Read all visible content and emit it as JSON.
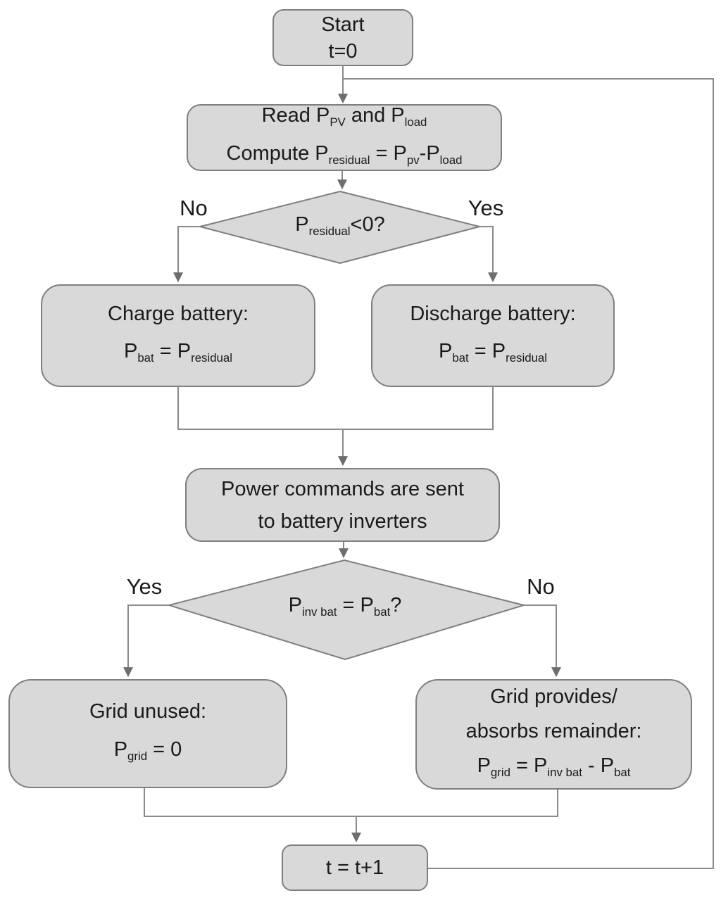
{
  "flowchart": {
    "colors": {
      "canvas_bg": "#ffffff",
      "node_fill": "#d9d9d9",
      "node_border": "#7f7f7f",
      "connector": "#8a8a8a",
      "arrowhead": "#6e6e6e",
      "text": "#1a1a1a"
    },
    "nodes": {
      "start": {
        "lines": [
          [
            {
              "t": "Start"
            }
          ],
          [
            {
              "t": "t=0"
            }
          ]
        ]
      },
      "read": {
        "lines": [
          [
            {
              "t": "Read P"
            },
            {
              "sub": "PV"
            },
            {
              "t": " and P"
            },
            {
              "sub": "load"
            }
          ],
          [
            {
              "t": "Compute P"
            },
            {
              "sub": "residual"
            },
            {
              "t": " = P"
            },
            {
              "sub": "pv"
            },
            {
              "t": "-P"
            },
            {
              "sub": "load"
            }
          ]
        ]
      },
      "charge": {
        "lines": [
          [
            {
              "t": "Charge battery:"
            }
          ],
          [
            {
              "t": "P"
            },
            {
              "sub": "bat"
            },
            {
              "t": " = P"
            },
            {
              "sub": "residual"
            }
          ]
        ]
      },
      "discharge": {
        "lines": [
          [
            {
              "t": "Discharge battery:"
            }
          ],
          [
            {
              "t": "P"
            },
            {
              "sub": "bat"
            },
            {
              "t": " = P"
            },
            {
              "sub": "residual"
            }
          ]
        ]
      },
      "power_commands": {
        "lines": [
          [
            {
              "t": "Power commands are sent"
            }
          ],
          [
            {
              "t": "to battery inverters"
            }
          ]
        ]
      },
      "grid_unused": {
        "lines": [
          [
            {
              "t": "Grid unused:"
            }
          ],
          [
            {
              "t": "P"
            },
            {
              "sub": "grid"
            },
            {
              "t": " = 0"
            }
          ]
        ]
      },
      "grid_provides": {
        "lines": [
          [
            {
              "t": "Grid provides/"
            }
          ],
          [
            {
              "t": "absorbs remainder:"
            }
          ],
          [
            {
              "t": "P"
            },
            {
              "sub": "grid"
            },
            {
              "t": " = P"
            },
            {
              "sub": "inv bat"
            },
            {
              "t": " - P"
            },
            {
              "sub": "bat"
            }
          ]
        ]
      },
      "increment": {
        "lines": [
          [
            {
              "t": "t = t+1"
            }
          ]
        ]
      }
    },
    "decisions": {
      "residual": {
        "lines": [
          [
            {
              "t": "P"
            },
            {
              "sub": "residual"
            },
            {
              "t": "<0?"
            }
          ]
        ]
      },
      "inv_bat": {
        "lines": [
          [
            {
              "t": "P"
            },
            {
              "sub": "inv bat"
            },
            {
              "t": " = P"
            },
            {
              "sub": "bat"
            },
            {
              "t": "?"
            }
          ]
        ]
      }
    },
    "branch_labels": {
      "residual_no": "No",
      "residual_yes": "Yes",
      "inv_bat_yes": "Yes",
      "inv_bat_no": "No"
    }
  }
}
